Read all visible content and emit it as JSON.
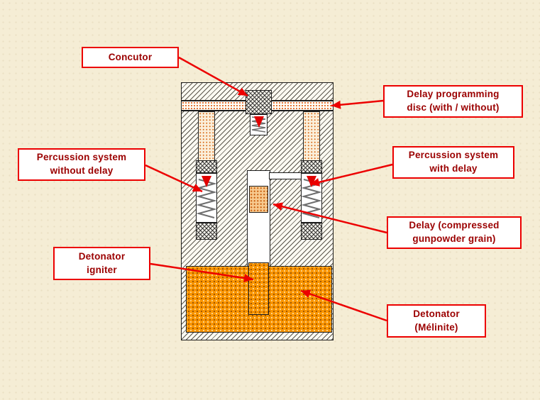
{
  "colors": {
    "page_background": "#F5EDD5",
    "label_border": "#EC0000",
    "label_text": "#9B0000",
    "arrow_red": "#EC0000",
    "marker_triangle_red": "#E00000",
    "detonator_orange": "#F89400",
    "stipple_dot_orange": "#D96F1E"
  },
  "labels": {
    "concutor": "Concutor",
    "delay_disc": "Delay programming\ndisc (with / without)",
    "percussion_without": "Percussion system\nwithout delay",
    "percussion_with": "Percussion system\nwith delay",
    "delay_grain": "Delay (compressed\ngunpowder grain)",
    "igniter": "Detonator\nigniter",
    "detonator": "Detonator\n(Mélinite)"
  }
}
